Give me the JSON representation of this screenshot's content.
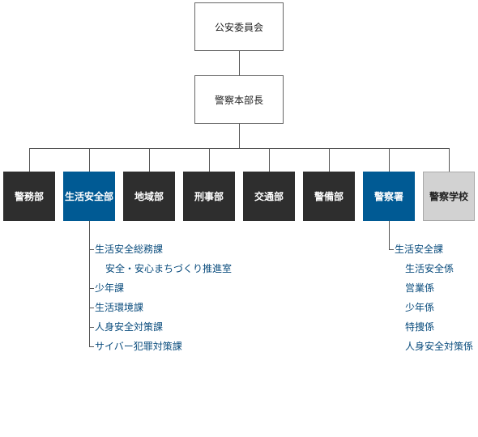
{
  "top": {
    "commission": "公安委員会",
    "chief": "警察本部長"
  },
  "departments": [
    {
      "label": "警務部",
      "style": "dark"
    },
    {
      "label": "生活安全部",
      "style": "blue"
    },
    {
      "label": "地域部",
      "style": "dark"
    },
    {
      "label": "刑事部",
      "style": "dark"
    },
    {
      "label": "交通部",
      "style": "dark"
    },
    {
      "label": "警備部",
      "style": "dark"
    },
    {
      "label": "警察署",
      "style": "blue"
    },
    {
      "label": "警察学校",
      "style": "gray"
    }
  ],
  "seikatsu_sub": [
    "生活安全総務課",
    "安全・安心まちづくり推進室",
    "少年課",
    "生活環境課",
    "人身安全対策課",
    "サイバー犯罪対策課"
  ],
  "keisatsusho_sub": {
    "section": "生活安全課",
    "units": [
      "生活安全係",
      "営業係",
      "少年係",
      "特捜係",
      "人身安全対策係"
    ]
  },
  "colors": {
    "dark": "#2e2e2e",
    "blue": "#005a94",
    "gray": "#d2d2d2",
    "sub_text": "#0a4c7d"
  }
}
